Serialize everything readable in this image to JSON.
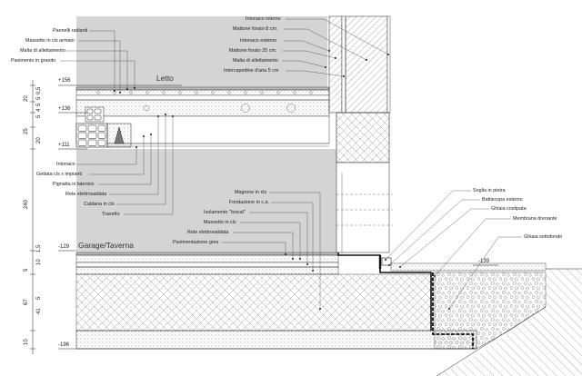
{
  "levels": {
    "l156": "+156",
    "l136": "+136",
    "l111": "+111",
    "lm129": "-129",
    "lm139": "-139",
    "lm196": "-196"
  },
  "rooms": {
    "upper": "Letto",
    "lower": "Garage/Taverna"
  },
  "labels": {
    "pannelli_radianti": "Pannelli radianti",
    "massetto_armato": "Massetto in cls armato",
    "malta_allettamento": "Malta di allettamento",
    "pavimento_granito": "Pavimento in granito",
    "intonaco_interno": "Intonaco interno",
    "mattone_8": "Mattone forato 8 cm.",
    "intonaco_esterno": "Intonaco esterno",
    "mattone_25": "Mattone forato 25 cm.",
    "malta_allettamento_2": "Malta di allettamento",
    "intercapedine": "Intercapedine d'aria 5 cm",
    "intonaco": "Intonaco",
    "gettata_cls": "Gettata cls x impianti",
    "pignatta": "Pignatta in laterizio",
    "rete_elettro": "Rete elettrosaldata",
    "caldana": "Caldana in cls",
    "travetto": "Travetto",
    "magrone": "Magrone in cls",
    "fondazione": "Fondazione in c.a.",
    "isolamento": "Isolamento \"Isocal\"",
    "massetto_cls": "Massetto in cls",
    "rete_elettro_2": "Rete elettrosaldata",
    "pavimentazione_gres": "Pavimentazione gres",
    "soglia": "Soglia in pietra",
    "battiscopa": "Battiscopa esterno",
    "ghiaia_costipata": "Ghiaia costipata",
    "membrana": "Membrana drenante",
    "ghiaia_sottofondo": "Ghiaia sottofondo"
  },
  "dimensions": {
    "d20_top": "20",
    "d05": "0,5",
    "d5a": "5",
    "d5b": "5",
    "d4": "4",
    "d5c": "5",
    "d25": "25",
    "d20_mid": "20",
    "d240": "240",
    "d15": "1,5",
    "d10a": "10",
    "d5d": "5",
    "d67": "67",
    "d5e": "5",
    "d41": "41",
    "d10b": "10"
  }
}
